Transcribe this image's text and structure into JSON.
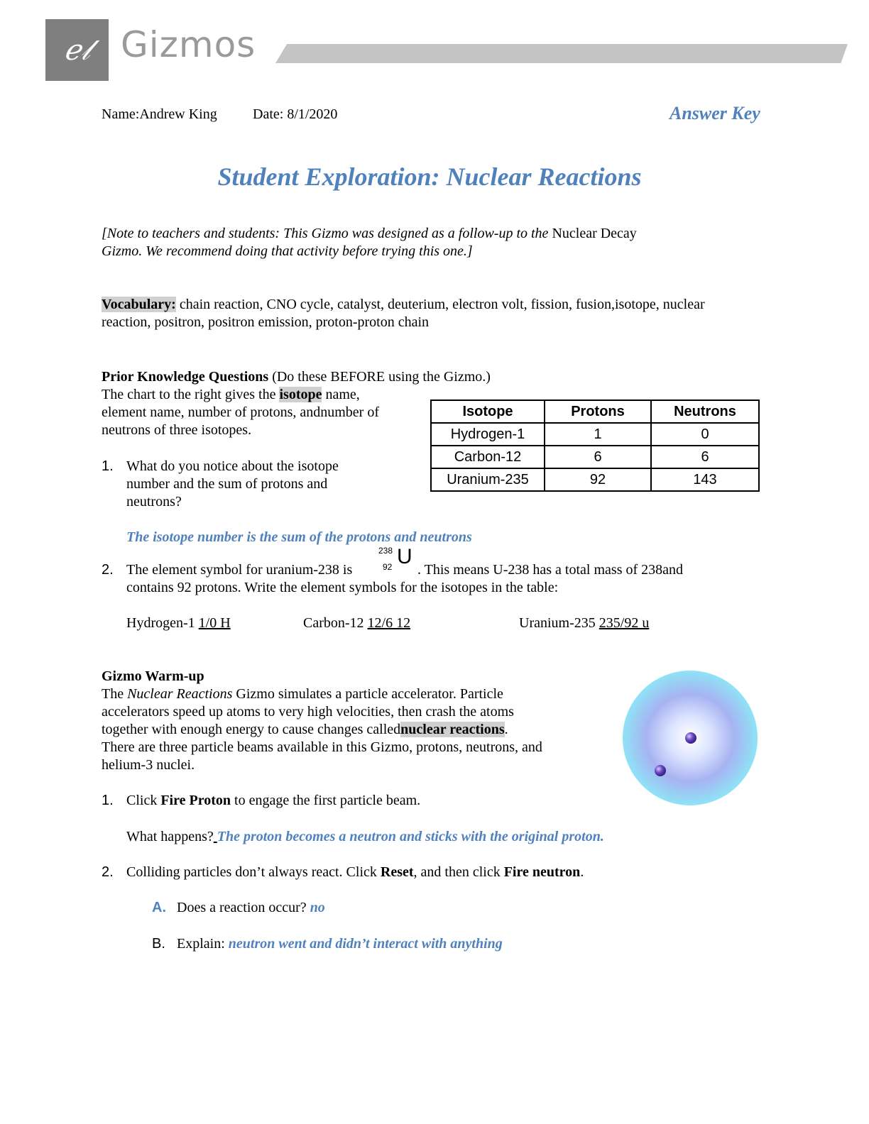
{
  "header": {
    "logo_glyph": "ℯ𝓁",
    "brand": "Gizmos"
  },
  "meta": {
    "name_label": "Name:",
    "name_value": "Andrew King",
    "date_label": "Date:",
    "date_value": "8/1/2020",
    "answer_key": "Answer Key"
  },
  "title": "Student Exploration: Nuclear Reactions",
  "note": {
    "part1": "[Note to teachers and students: This Gizmo was designed as a follow-up to the ",
    "nuclear_decay": "Nuclear Decay",
    "part2": "Gizmo. We recommend doing that activity before trying this one.]"
  },
  "vocabulary": {
    "label": "Vocabulary:",
    "line1": " chain reaction, CNO cycle, catalyst, deuterium, electron volt, fission, fusion,isotope, nuclear",
    "line2": "reaction, positron, positron emission, proton-proton chain"
  },
  "prior": {
    "heading": "Prior Knowledge Questions",
    "heading_note": " (Do these BEFORE using the Gizmo.)",
    "intro_1a": "The chart to the right gives the ",
    "intro_1b": "isotope",
    "intro_1c": " name,",
    "intro_2": "element name, number of protons, andnumber of",
    "intro_3": "neutrons of three isotopes.",
    "q1_num": "1.",
    "q1_line1": "What do you notice about the isotope",
    "q1_line2": "number and the sum of protons and",
    "q1_line3": "neutrons?",
    "q1_answer": "The isotope number is the sum of the protons and neutrons",
    "q2_num": "2.",
    "q2_text_a": "The element symbol for uranium-238 is",
    "q2_sym_mass": "238",
    "q2_sym_atomic": "92",
    "q2_sym_letter": "U",
    "q2_text_b": ". This means U-238 has a total mass of 238and",
    "q2_line2": "contains 92 protons. Write the element symbols for the isotopes in the table:",
    "h1_label": "Hydrogen-1 ",
    "h1_answer": "1/0 H",
    "c12_label": "Carbon-12 ",
    "c12_answer": "12/6 12",
    "u235_label": "Uranium-235 ",
    "u235_answer": "235/92 u"
  },
  "isotope_table": {
    "headers": [
      "Isotope",
      "Protons",
      "Neutrons"
    ],
    "rows": [
      [
        "Hydrogen-1",
        "1",
        "0"
      ],
      [
        "Carbon-12",
        "6",
        "6"
      ],
      [
        "Uranium-235",
        "92",
        "143"
      ]
    ]
  },
  "warmup": {
    "heading": "Gizmo Warm-up",
    "p_a": "The ",
    "p_b": "Nuclear Reactions",
    "p_c": " Gizmo simulates a particle accelerator. Particle",
    "line2": "accelerators speed up atoms to very high velocities, then crash the atoms",
    "line3_a": "together with enough energy to cause changes called",
    "line3_b": "nuclear reactions",
    "line3_c": ".",
    "line4": "There are three particle beams available in this Gizmo, protons, neutrons, and",
    "line5": "helium-3 nuclei.",
    "q1_num": "1.",
    "q1_a": "Click ",
    "q1_b": "Fire Proton",
    "q1_c": " to engage the first particle beam.",
    "q1_prompt": "What happens?",
    "q1_answer": "The proton becomes a neutron and sticks with the original proton.",
    "q2_num": "2.",
    "q2_a": "Colliding particles don’t always react. Click ",
    "q2_b": "Reset",
    "q2_c": ", and then click ",
    "q2_d": "Fire neutron",
    "q2_e": ".",
    "qA_letter": "A.",
    "qA_text": "Does a reaction occur? ",
    "qA_answer": "no",
    "qB_letter": "B.",
    "qB_text": "Explain: ",
    "qB_answer": "neutron went and didn’t interact with anything"
  },
  "colors": {
    "accent_blue": "#4f81bd",
    "logo_gray": "#7f7f7f",
    "bar_gray": "#c4c4c4"
  }
}
